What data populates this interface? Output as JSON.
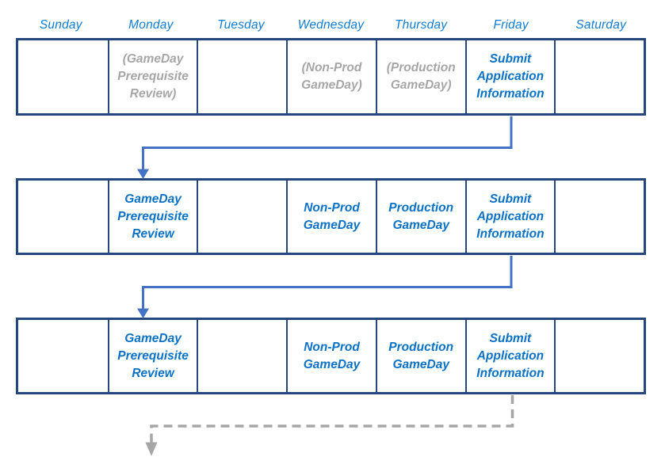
{
  "colors": {
    "table_border_navy": "#26477d",
    "day_label_blue": "#0f7cd2",
    "event_text_blue": "#0a72c6",
    "muted_text_gray": "#a6a6a6",
    "solid_arrow_blue": "#4472c4",
    "dashed_arrow_gray": "#a6a6a6"
  },
  "day_headers": [
    "Sunday",
    "Monday",
    "Tuesday",
    "Wednesday",
    "Thursday",
    "Friday",
    "Saturday"
  ],
  "weeks": [
    {
      "cells": [
        {
          "text": "",
          "variant": "empty"
        },
        {
          "text": "(GameDay Prerequisite Review)",
          "variant": "muted"
        },
        {
          "text": "",
          "variant": "empty"
        },
        {
          "text": "(Non-Prod GameDay)",
          "variant": "muted"
        },
        {
          "text": "(Production GameDay)",
          "variant": "muted"
        },
        {
          "text": "Submit Application Information",
          "variant": "active"
        },
        {
          "text": "",
          "variant": "empty"
        }
      ]
    },
    {
      "cells": [
        {
          "text": "",
          "variant": "empty"
        },
        {
          "text": "GameDay Prerequisite Review",
          "variant": "active"
        },
        {
          "text": "",
          "variant": "empty"
        },
        {
          "text": "Non-Prod GameDay",
          "variant": "active"
        },
        {
          "text": "Production GameDay",
          "variant": "active"
        },
        {
          "text": "Submit Application Information",
          "variant": "active"
        },
        {
          "text": "",
          "variant": "empty"
        }
      ]
    },
    {
      "cells": [
        {
          "text": "",
          "variant": "empty"
        },
        {
          "text": "GameDay Prerequisite Review",
          "variant": "active"
        },
        {
          "text": "",
          "variant": "empty"
        },
        {
          "text": "Non-Prod GameDay",
          "variant": "active"
        },
        {
          "text": "Production GameDay",
          "variant": "active"
        },
        {
          "text": "Submit Application Information",
          "variant": "active"
        },
        {
          "text": "",
          "variant": "empty"
        }
      ]
    }
  ]
}
